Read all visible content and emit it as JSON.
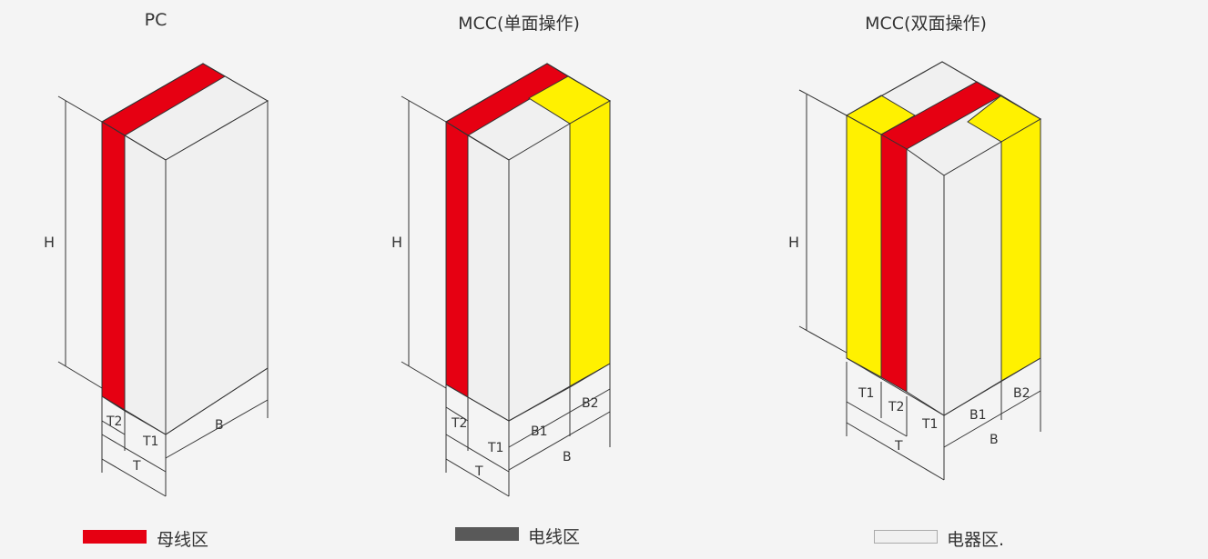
{
  "titles": {
    "pc": "PC",
    "mcc_single": "MCC(单面操作)",
    "mcc_double": "MCC(双面操作)"
  },
  "dims": {
    "h": "H",
    "t": "T",
    "t1": "T1",
    "t2": "T2",
    "b": "B",
    "b1": "B1",
    "b2": "B2"
  },
  "legend": {
    "busbar_label": "母线区",
    "cable_label": "电线区",
    "device_label": "电器区."
  },
  "colors": {
    "busbar": "#e60012",
    "cable": "#595959",
    "device": "#f0f0f0",
    "yellow": "#fff100",
    "line": "#333333"
  }
}
